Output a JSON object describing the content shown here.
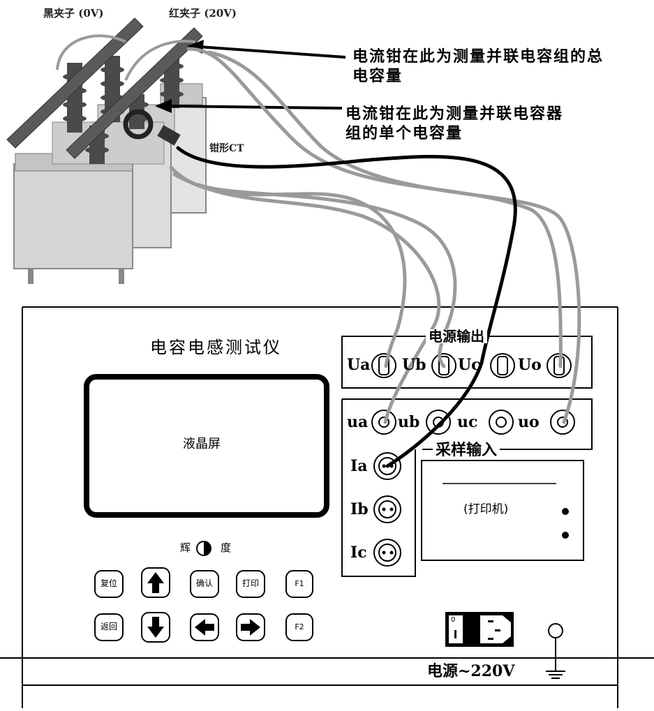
{
  "top_labels": {
    "black_clamp": "黑夹子 (0V)",
    "red_clamp": "红夹子 (20V)",
    "ct_label": "钳形CT"
  },
  "annotations": {
    "total_capacitance": "电流钳在此为测量并联电容组的总电容量",
    "total_line1": "电流钳在此为测量并联电容组的总",
    "total_line2": "电容量",
    "single_line1": "电流钳在此为测量并联电容器",
    "single_line2": "组的单个电容量"
  },
  "device": {
    "title": "电容电感测试仪",
    "lcd_label": "液晶屏",
    "brightness_left": "辉",
    "brightness_right": "度",
    "power_output_title": "电源输出",
    "sampling_input_title": "采样输入",
    "printer_label": "(打印机)",
    "power_label": "电源~220V",
    "switch_label": "0"
  },
  "power_output_ports": [
    "Ua",
    "Ub",
    "Uc",
    "Uo"
  ],
  "voltage_sample_ports": [
    "ua",
    "ub",
    "uc",
    "uo"
  ],
  "current_sample_ports": [
    "Ia",
    "Ib",
    "Ic"
  ],
  "buttons": {
    "reset": "复位",
    "confirm": "确认",
    "print": "打印",
    "f1": "F1",
    "back": "返回",
    "f2": "F2"
  },
  "colors": {
    "gray_wire": "#9a9a9a",
    "black_wire": "#000000",
    "capacitor_body": "#d9d9d9",
    "insulator": "#4a4a4a",
    "bus_bar": "#5a5a5a"
  }
}
